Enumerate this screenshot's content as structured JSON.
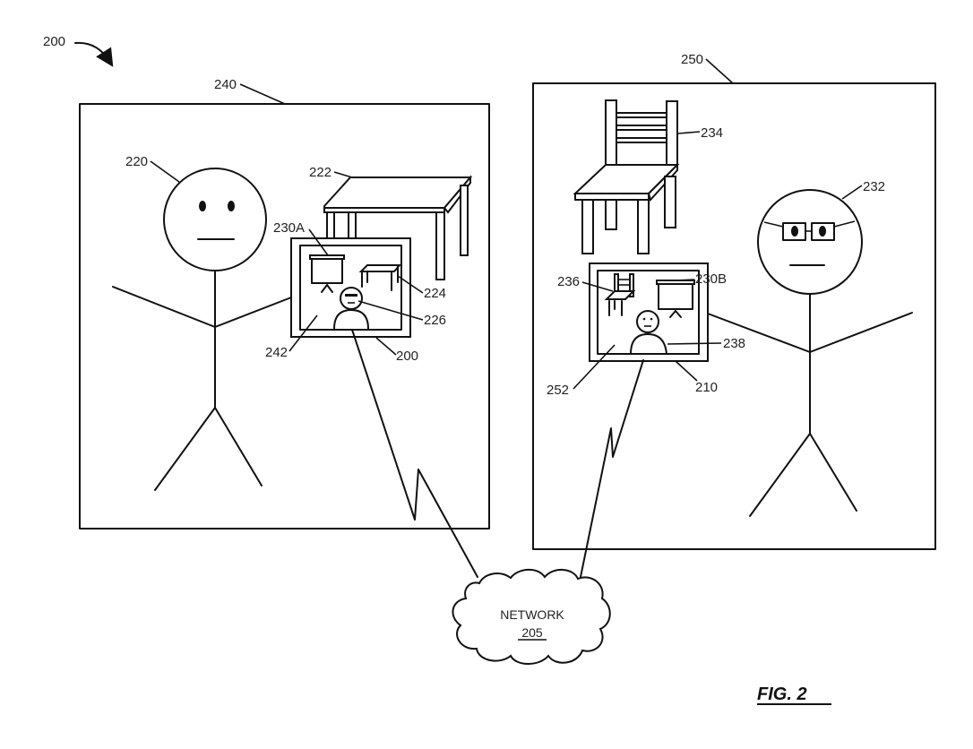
{
  "figure": {
    "title": "FIG. 2",
    "system_ref": "200"
  },
  "network": {
    "label": "NETWORK",
    "ref": "205"
  },
  "environments": [
    {
      "ref": "240",
      "user_ref": "220",
      "real_object_ref": "222",
      "device_ref": "200",
      "device_screen_ref": "242",
      "virtual_object_ref": "230A",
      "rendered_object_ref": "224",
      "remote_user_avatar_ref": "226"
    },
    {
      "ref": "250",
      "user_ref": "232",
      "real_object_ref": "234",
      "device_ref": "210",
      "device_screen_ref": "252",
      "virtual_object_ref": "230B",
      "rendered_object_ref": "236",
      "remote_user_avatar_ref": "238"
    }
  ]
}
